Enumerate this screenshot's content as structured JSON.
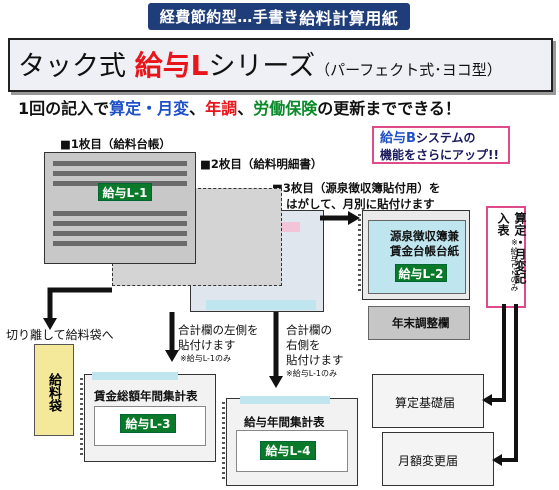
{
  "banner": {
    "prefix": "経費節約型…手書き",
    "emphasis": "給料計算用紙"
  },
  "title": {
    "lead": "タック式 ",
    "product": "給与L",
    "series": "シリーズ",
    "variant": "（パーフェクト式･ヨコ型）"
  },
  "subtitle": {
    "p1": "1回の記入で",
    "s1": "算定・月変",
    "p2": "、",
    "s2": "年調",
    "p3": "、",
    "s3": "労働保険",
    "p4": "の更新までできる！"
  },
  "b_system": {
    "line1_big": "給与B",
    "line1_rest": "システムの",
    "line2": "機能をさらにアップ!!"
  },
  "sheets": {
    "sheet1_label": "■1枚目（給料台帳）",
    "sheet2_label": "■2枚目（給料明細書）",
    "sheet3_label": "■3枚目（源泉徴収簿貼付用）を",
    "sheet3_label2": "はがして、月別に貼付けます",
    "tag_l1": "給与L-1"
  },
  "ledger": {
    "title1": "源泉徴収簿兼",
    "title2": "賃金台帳台紙",
    "tag_l2": "給与L-2",
    "year_end": "年末調整欄",
    "side1": "算定・月変記入表",
    "side_note": "※給与L-2のみ"
  },
  "envelope": {
    "caption": "切り離して給料袋へ",
    "text": "給料袋"
  },
  "left_paste": {
    "line1": "合計欄の左側を",
    "line2": "貼付けます",
    "note": "※給与L-1のみ"
  },
  "right_paste": {
    "line1": "合計欄の",
    "line2": "右側を",
    "line3": "貼付けます",
    "note": "※給与L-1のみ"
  },
  "l3": {
    "title": "賃金総額年間集計表",
    "tag": "給与L-3"
  },
  "l4": {
    "title": "給与年間集計表",
    "tag": "給与L-4"
  },
  "forms": {
    "santei": "算定基礎届",
    "getsugaku": "月額変更届"
  }
}
